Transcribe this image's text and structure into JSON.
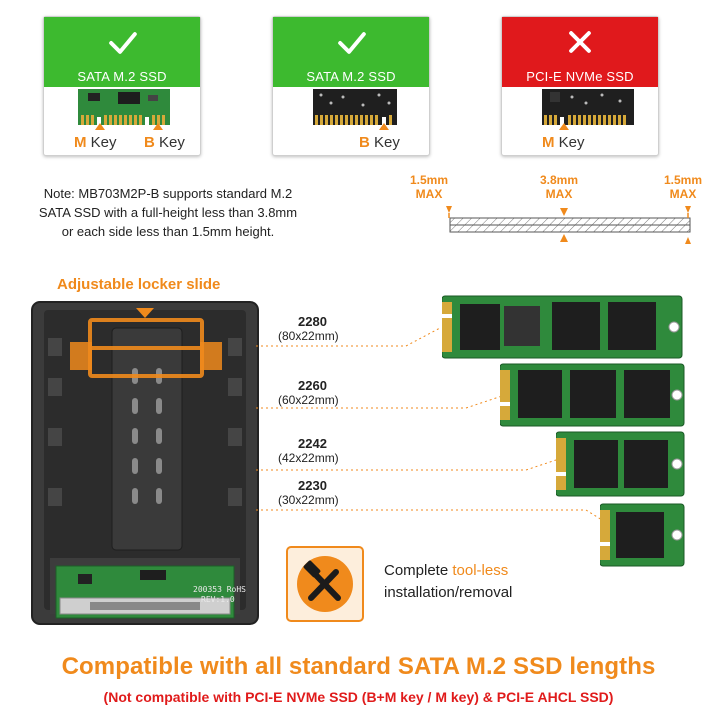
{
  "cards": [
    {
      "status": "check",
      "label": "SATA M.2 SSD",
      "head_color": "#3dba2f",
      "keys": [
        {
          "letter": "M",
          "word": "Key"
        },
        {
          "letter": "B",
          "word": "Key"
        }
      ]
    },
    {
      "status": "check",
      "label": "SATA M.2 SSD",
      "head_color": "#3dba2f",
      "keys": [
        {
          "letter": "B",
          "word": "Key"
        }
      ]
    },
    {
      "status": "cross",
      "label": "PCI-E NVMe SSD",
      "head_color": "#e0191c",
      "keys": [
        {
          "letter": "M",
          "word": "Key"
        }
      ]
    }
  ],
  "note": {
    "line1": "Note: MB703M2P-B supports standard M.2",
    "line2": "SATA SSD with a full-height less than 3.8mm",
    "line3": "or each side less than 1.5mm height."
  },
  "height_diagram": {
    "left": {
      "value": "1.5mm",
      "unit": "MAX"
    },
    "middle": {
      "value": "3.8mm",
      "unit": "MAX"
    },
    "right": {
      "value": "1.5mm",
      "unit": "MAX"
    }
  },
  "enclosure": {
    "locker_label": "Adjustable locker slide",
    "board_text_1": "200353 RoHS",
    "board_text_2": "REV:1.0"
  },
  "sizes": [
    {
      "name": "2280",
      "dims": "(80x22mm)"
    },
    {
      "name": "2260",
      "dims": "(60x22mm)"
    },
    {
      "name": "2242",
      "dims": "(42x22mm)"
    },
    {
      "name": "2230",
      "dims": "(30x22mm)"
    }
  ],
  "tool_less": {
    "line1_prefix": "Complete ",
    "line1_highlight": "tool-less",
    "line2": "installation/removal"
  },
  "headline": "Compatible with all standard SATA M.2 SSD lengths",
  "subline": "(Not compatible with PCI-E NVMe SSD (B+M key / M key) & PCI-E AHCL SSD)",
  "colors": {
    "accent": "#f08a1c",
    "ok": "#3dba2f",
    "bad": "#e0191c",
    "pcb": "#2f8a3c"
  }
}
